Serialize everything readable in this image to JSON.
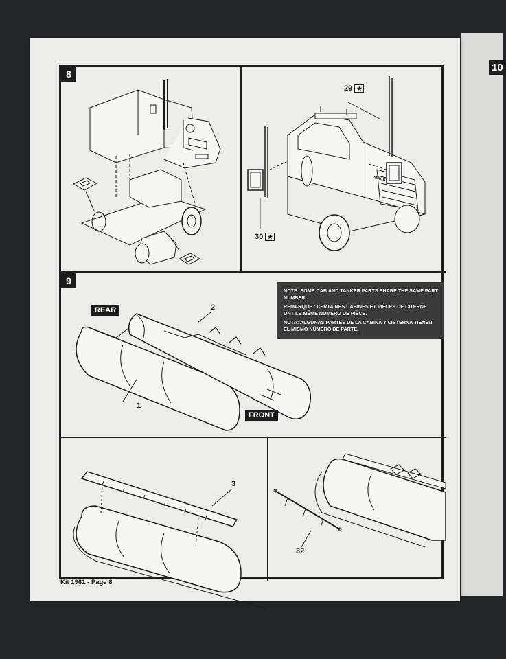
{
  "next_page": {
    "step_number": "10"
  },
  "steps": {
    "step8": {
      "number": "8"
    },
    "step9": {
      "number": "9"
    }
  },
  "callouts": {
    "part29": "29",
    "part30": "30",
    "part2": "2",
    "part1": "1",
    "part3": "3",
    "part32": "32"
  },
  "labels": {
    "rear": "REAR",
    "front": "FRONT",
    "mack_grille": "MACK"
  },
  "note": {
    "english": "NOTE: SOME CAB AND TANKER PARTS SHARE THE SAME PART NUMBER.",
    "french": "REMARQUE : CERTAINES CABINES ET PIÈCES DE CITERNE ONT LE MÊME NUMÉRO DE PIÈCE.",
    "spanish": "NOTA: ALGUNAS PARTES DE LA CABINA Y CISTERNA TIENEN EL MISMO NÚMERO DE PARTE."
  },
  "footer": "Kit 1961 - Page 8",
  "colors": {
    "ink": "#1c1c1c",
    "paper": "#ececea",
    "background": "#25272a"
  }
}
